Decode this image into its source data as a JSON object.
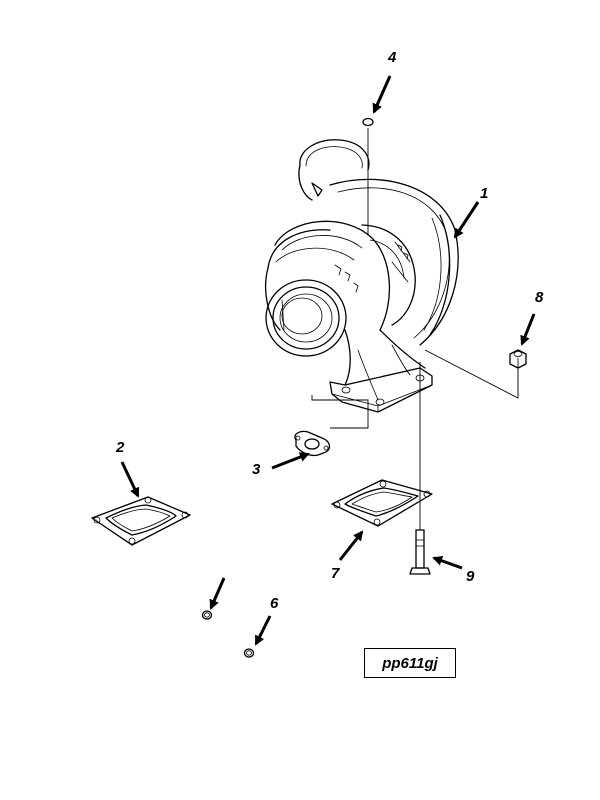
{
  "figure": {
    "reference_code": "pp611gj",
    "callouts": [
      {
        "id": "1",
        "label": "1"
      },
      {
        "id": "2",
        "label": "2"
      },
      {
        "id": "3",
        "label": "3"
      },
      {
        "id": "4",
        "label": "4"
      },
      {
        "id": "6",
        "label": "6"
      },
      {
        "id": "7",
        "label": "7"
      },
      {
        "id": "8",
        "label": "8"
      },
      {
        "id": "9",
        "label": "9"
      }
    ]
  }
}
